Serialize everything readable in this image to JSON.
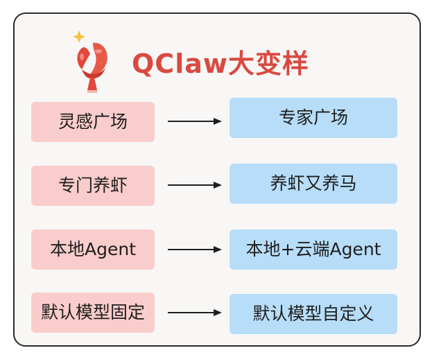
{
  "title": "QClaw大变样",
  "mascot_icon": "lobster-claw-icon",
  "colors": {
    "title": "#d9493f",
    "left_box": "#f9cdcc",
    "right_box": "#b7ddf8"
  },
  "rows": [
    {
      "from": "灵感广场",
      "to": "专家广场"
    },
    {
      "from": "专门养虾",
      "to": "养虾又养马"
    },
    {
      "from": "本地Agent",
      "to": "本地+云端Agent"
    },
    {
      "from": "默认模型固定",
      "to": "默认模型自定义"
    }
  ]
}
